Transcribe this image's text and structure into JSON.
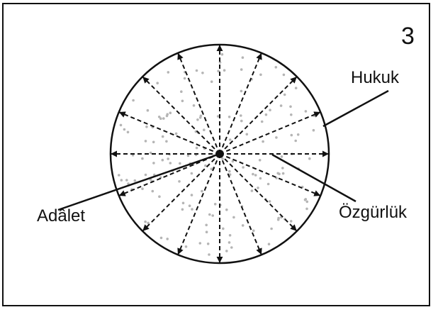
{
  "panel_number": "3",
  "labels": {
    "top_right": "Hukuk",
    "left": "Adâlet",
    "bottom_right": "Özgürlük"
  },
  "diagram": {
    "arrow_count": 16,
    "arrow_style": "dashed",
    "fill_pattern": "dotted",
    "colors": {
      "stroke": "#111111",
      "dots": "#b5b5b5",
      "background": "#ffffff"
    }
  }
}
